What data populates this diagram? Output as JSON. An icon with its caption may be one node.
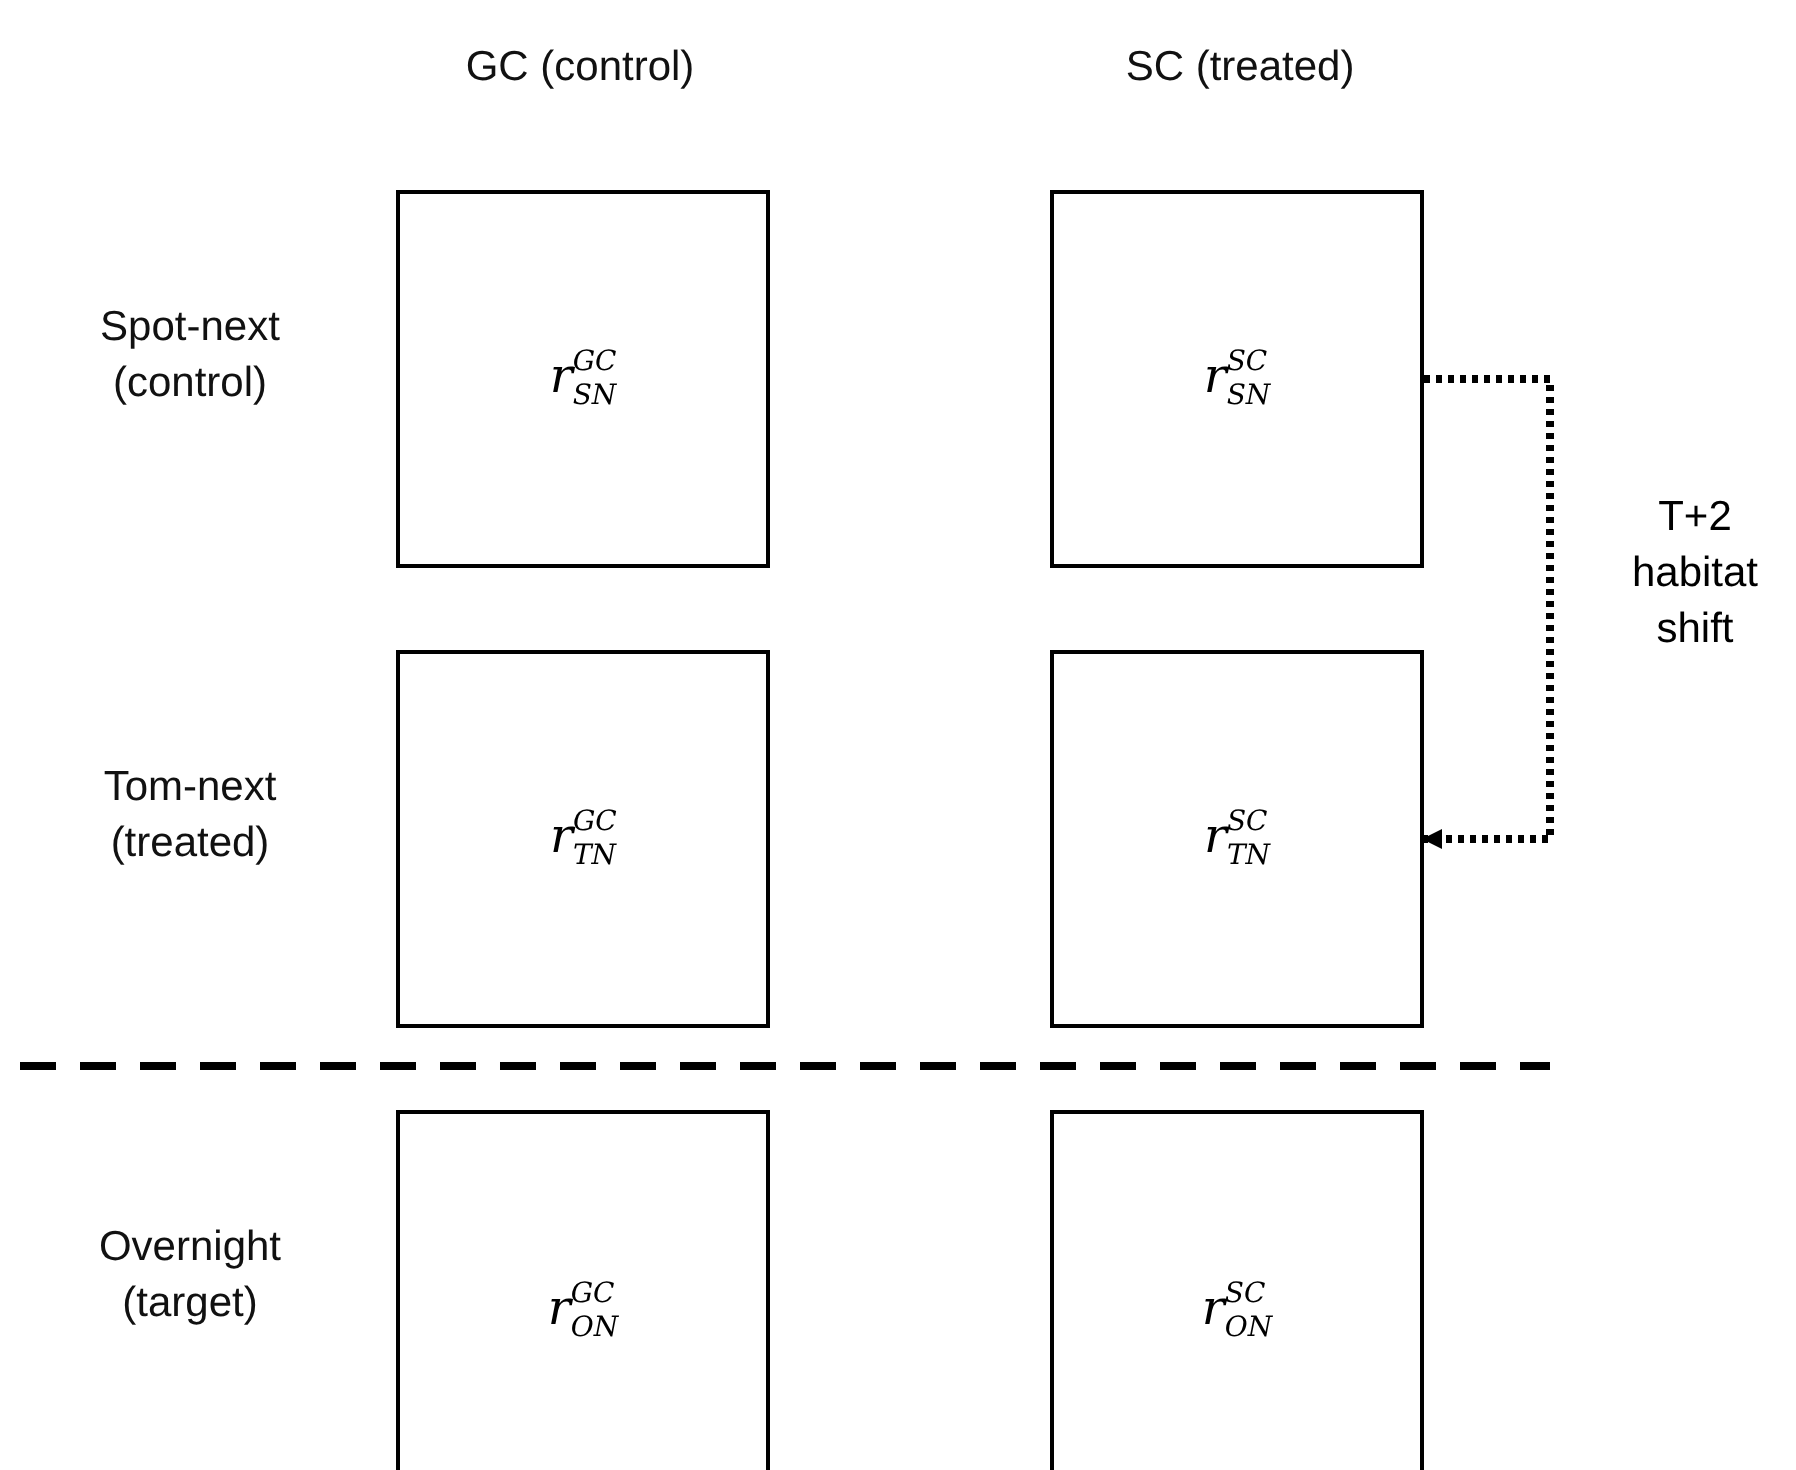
{
  "diagram": {
    "nodes": [
      {
        "text": [
          "r$^{GC}$$_{SN}$"
        ]
      },
      {
        "text": [
          "r$^{SC}$$_{SN}$"
        ]
      },
      {
        "text": [
          "r$^{GC}$$_{TN}$"
        ]
      },
      {
        "text": [
          "r$^{SC}$$_{TN}$"
        ]
      },
      {
        "text": [
          "r$^{GC}$$_{ON}$"
        ]
      },
      {
        "text": [
          "r$^{SC}$$_{ON}$"
        ]
      }
    ],
    "edges": [
      {
        "from": 1,
        "to": 3,
        "arrow": "to",
        "label": "T+2 habitat shift",
        "style": "dashed"
      }
    ],
    "labels": [
      "GC (control)",
      "SC (treated)",
      "Spot-next (control)",
      "Tom-next (treated)",
      "Overnight (target)"
    ]
  }
}
